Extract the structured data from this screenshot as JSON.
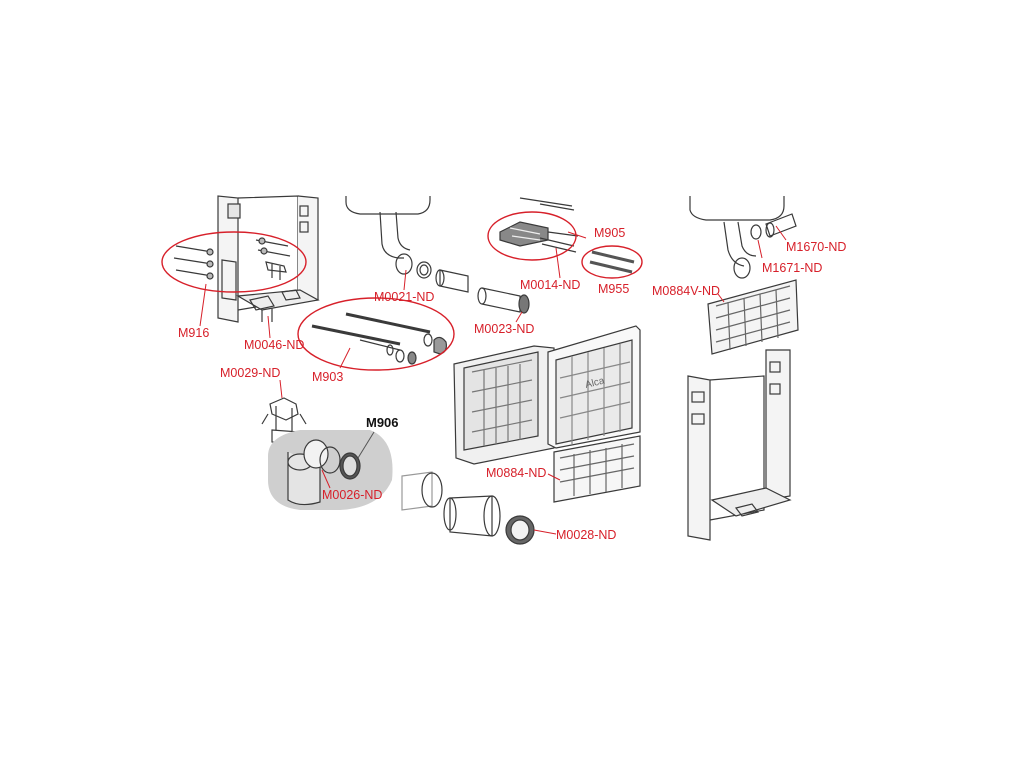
{
  "colors": {
    "label_red": "#d7202a",
    "label_dark": "#111111",
    "outline": "#3a3a3a",
    "highlight_gray": "#cfcfcf"
  },
  "labels": {
    "m916": "M916",
    "m0046": "M0046-ND",
    "m0021": "M0021-ND",
    "m0014": "M0014-ND",
    "m905": "M905",
    "m955": "M955",
    "m0023": "M0023-ND",
    "m903": "M903",
    "m0029": "M0029-ND",
    "m906": "M906",
    "m0026": "M0026-ND",
    "m0884": "M0884-ND",
    "m0028": "M0028-ND",
    "m1670": "M1670-ND",
    "m1671": "M1671-ND",
    "m0884v": "M0884V-ND"
  },
  "logo_text": "Alca"
}
